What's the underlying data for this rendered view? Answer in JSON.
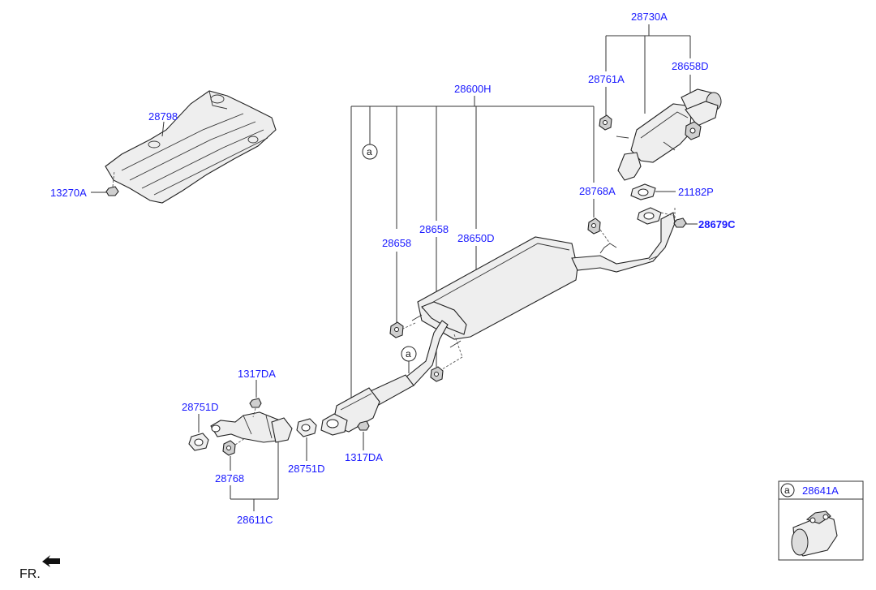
{
  "labels": {
    "p28730A": "28730A",
    "p28761A": "28761A",
    "p28658D": "28658D",
    "p28600H": "28600H",
    "p28798": "28798",
    "p13270A": "13270A",
    "p28768A": "28768A",
    "p21182P": "21182P",
    "p28679C": "28679C",
    "p28658_left": "28658",
    "p28658_right": "28658",
    "p28650D": "28650D",
    "p1317DA_top": "1317DA",
    "p28751D_left": "28751D",
    "p28751D_right": "28751D",
    "p1317DA_bottom": "1317DA",
    "p28768": "28768",
    "p28611C": "28611C",
    "p28641A": "28641A"
  },
  "ref_marker": "a",
  "direction_label": "FR.",
  "colors": {
    "label": "#1a1aff",
    "line": "#333333",
    "part_fill": "#eeeeee"
  }
}
